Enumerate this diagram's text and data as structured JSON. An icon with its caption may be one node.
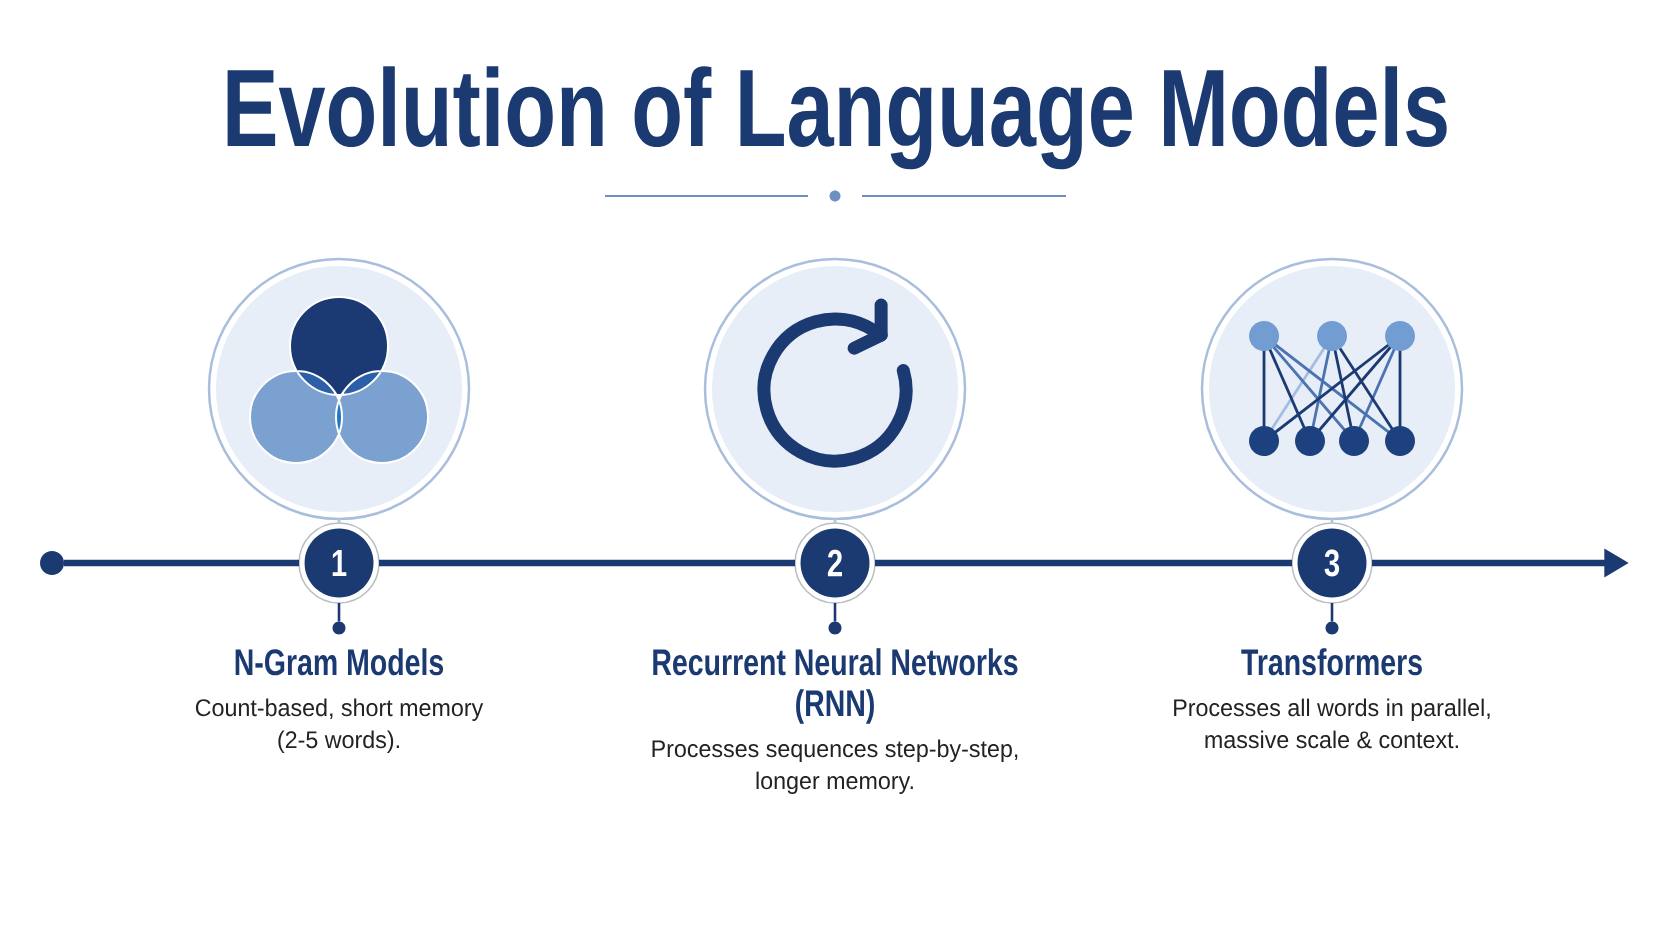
{
  "diagram": {
    "title": "Evolution of Language Models",
    "nodes": [
      {
        "text": [],
        "shape": "circle"
      },
      {
        "text": [],
        "shape": "picture"
      },
      {
        "text": [
          "1"
        ],
        "beside": [
          "N-Gram Models",
          "Count-based, short memory (2-5 words)."
        ]
      },
      {
        "text": [],
        "shape": "circle"
      },
      {
        "text": [],
        "shape": "picture"
      },
      {
        "text": [
          "2"
        ],
        "beside": [
          "Recurrent Neural Networks (RNN)",
          "Processes sequences step-by-step, longer memory."
        ]
      },
      {
        "text": [],
        "shape": "circle"
      },
      {
        "text": [],
        "shape": "picture"
      },
      {
        "text": [
          "3"
        ],
        "beside": [
          "Transformers",
          "Processes all words in parallel, massive scale & context."
        ]
      },
      {
        "text": [],
        "shape": "circle"
      }
    ],
    "edges": [
      {
        "from": 0,
        "to": 2,
        "arrow": "none",
        "style": "thick"
      },
      {
        "from": 2,
        "to": 5,
        "arrow": "none",
        "style": "thick"
      },
      {
        "from": 5,
        "to": 8,
        "arrow": "none",
        "style": "thick"
      },
      {
        "from": 8,
        "to": null,
        "arrow": "to",
        "style": "thick"
      },
      {
        "from": 1,
        "to": 2,
        "arrow": "none",
        "color": "#b9c3d3"
      },
      {
        "from": 4,
        "to": 5,
        "arrow": "none",
        "color": "#b9c3d3"
      },
      {
        "from": 7,
        "to": 8,
        "arrow": "none",
        "color": "#b9c3d3"
      },
      {
        "from": 2,
        "to": 3,
        "arrow": "none"
      },
      {
        "from": 5,
        "to": 6,
        "arrow": "none"
      },
      {
        "from": 8,
        "to": 9,
        "arrow": "none"
      }
    ]
  }
}
